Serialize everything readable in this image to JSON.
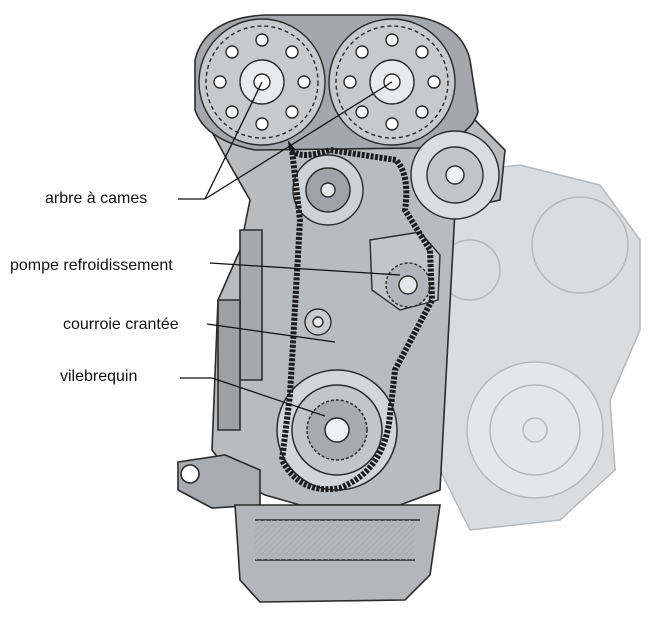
{
  "labels": {
    "camshaft": "arbre à cames",
    "water_pump": "pompe refroidissement",
    "timing_belt": "courroie crantée",
    "crankshaft": "vilebrequin"
  },
  "colors": {
    "block": "#b9bcbf",
    "block_dark": "#8d9195",
    "outline": "#2b2b2b",
    "belt": "#1c1c1c",
    "ghost_parts": "#d9dde0",
    "leader_line": "#111111"
  }
}
